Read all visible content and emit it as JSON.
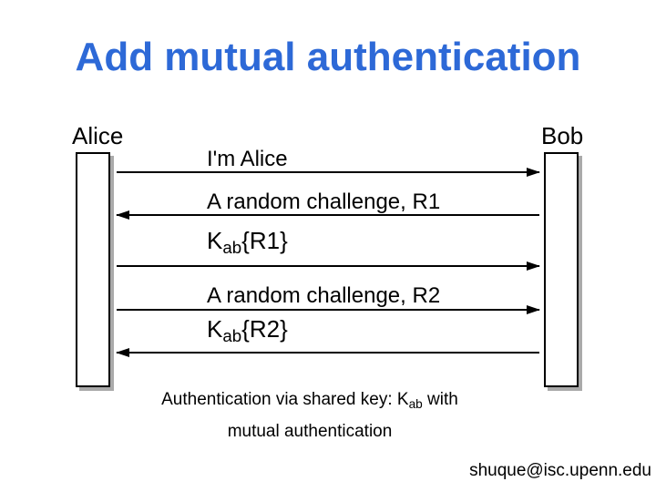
{
  "slide": {
    "title": "Add mutual authentication",
    "title_color": "#2d69d7",
    "footer_email": "shuque@isc.upenn.edu"
  },
  "diagram": {
    "actor_left": "Alice",
    "actor_right": "Bob",
    "messages": [
      {
        "label": "I'm Alice",
        "direction": "right"
      },
      {
        "label": "A random challenge, R1",
        "direction": "left"
      },
      {
        "key_base": "K",
        "key_sub": "ab",
        "key_arg": "{R1}",
        "direction": "right"
      },
      {
        "label": "A random challenge, R2",
        "direction": "right"
      },
      {
        "key_base": "K",
        "key_sub": "ab",
        "key_arg": "{R2}",
        "direction": "left"
      }
    ],
    "caption": {
      "line1_before": "Authentication via shared key: K",
      "line1_sub": "ab",
      "line1_after": " with",
      "line2": "mutual authentication"
    }
  }
}
